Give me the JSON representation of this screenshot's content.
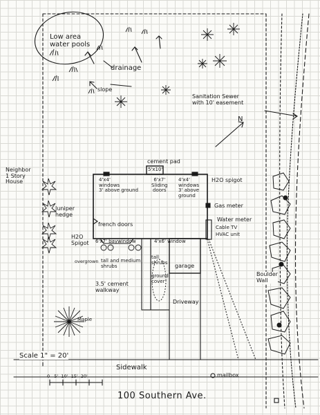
{
  "labels": {
    "low_area": "Low area\nwater pools",
    "drainage": "drainage",
    "slope": "slope",
    "sanitation": "Sanitation Sewer\nwith 10' easement",
    "north": "N",
    "cement_pad": "cement pad",
    "pad_size": "5'x10'",
    "window_left": "4'x4'\nwindows\n3' above ground",
    "sliding_doors": "6'x7'\nSliding\ndoors",
    "window_right": "4'x4'\nwindows\n3' above\nground",
    "h2o_spigot_right": "H2O spigot",
    "gas_meter": "Gas meter",
    "water_meter": "Water meter",
    "cable_tv": "Cable TV",
    "hvac": "HVAC unit",
    "neighbor": "Neighbor\n1 Story\nHouse",
    "juniper": "Juniper\nhedge",
    "french_doors": "french doors",
    "h2o_spigot_left": "H2O\nSpigot",
    "bay_window": "6'x7' baywindow",
    "window_4x6": "4'x6' window",
    "overgrown": "overgrown",
    "shrubs": "tall and medium\nshrubs",
    "tall_shrubs": "tall\nshrubs",
    "ground_cover": "ground\ncover",
    "garage": "garage",
    "boulder_wall": "Boulder\nWall",
    "cement_walkway": "3.5' cement\nwalkway",
    "driveway": "Driveway",
    "maple": "Maple",
    "scale": "Scale 1\" = 20'",
    "scale_ticks": "0   5'  10'  15'  20'",
    "sidewalk": "Sidewalk",
    "mailbox": "mailbox",
    "street": "100 Southern Ave."
  }
}
